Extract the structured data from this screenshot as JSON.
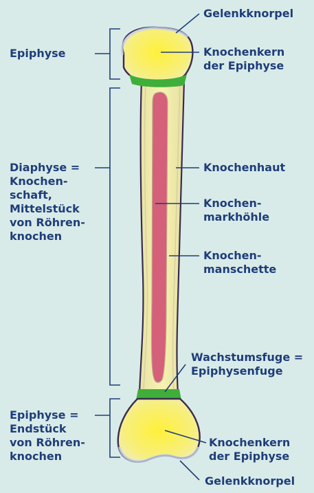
{
  "labels": {
    "gelenkknorpel_top": "Gelenkknorpel",
    "epiphyse_top": "Epiphyse",
    "knochenkern_top": "Knochenkern\nder Epiphyse",
    "diaphyse": "Diaphyse =\nKnochen-\nschaft,\nMittelstück\nvon Röhren-\nknochen",
    "knochenhaut": "Knochenhaut",
    "knochenmarkhoehle": "Knochen-\nmarkhöhle",
    "knochenmanschette": "Knochen-\nmanschette",
    "wachstumsfuge": "Wachstumsfuge =\nEpiphysenfuge",
    "epiphyse_bottom": "Epiphyse =\nEndstück\nvon Röhren-\nknochen",
    "knochenkern_bottom": "Knochenkern\nder Epiphyse",
    "gelenkknorpel_bottom": "Gelenkknorpel"
  },
  "colors": {
    "background": "#d8ebe8",
    "label_text": "#1f3d7a",
    "leader_line": "#1f3d7a",
    "bone_outline": "#3a2a4f",
    "periosteum": "#c9b9a0",
    "bone_shaft": "#f3f0a8",
    "marrow": "#d4607a",
    "epiphysis_core": "#ffe63c",
    "growth_plate": "#3fae3a"
  }
}
